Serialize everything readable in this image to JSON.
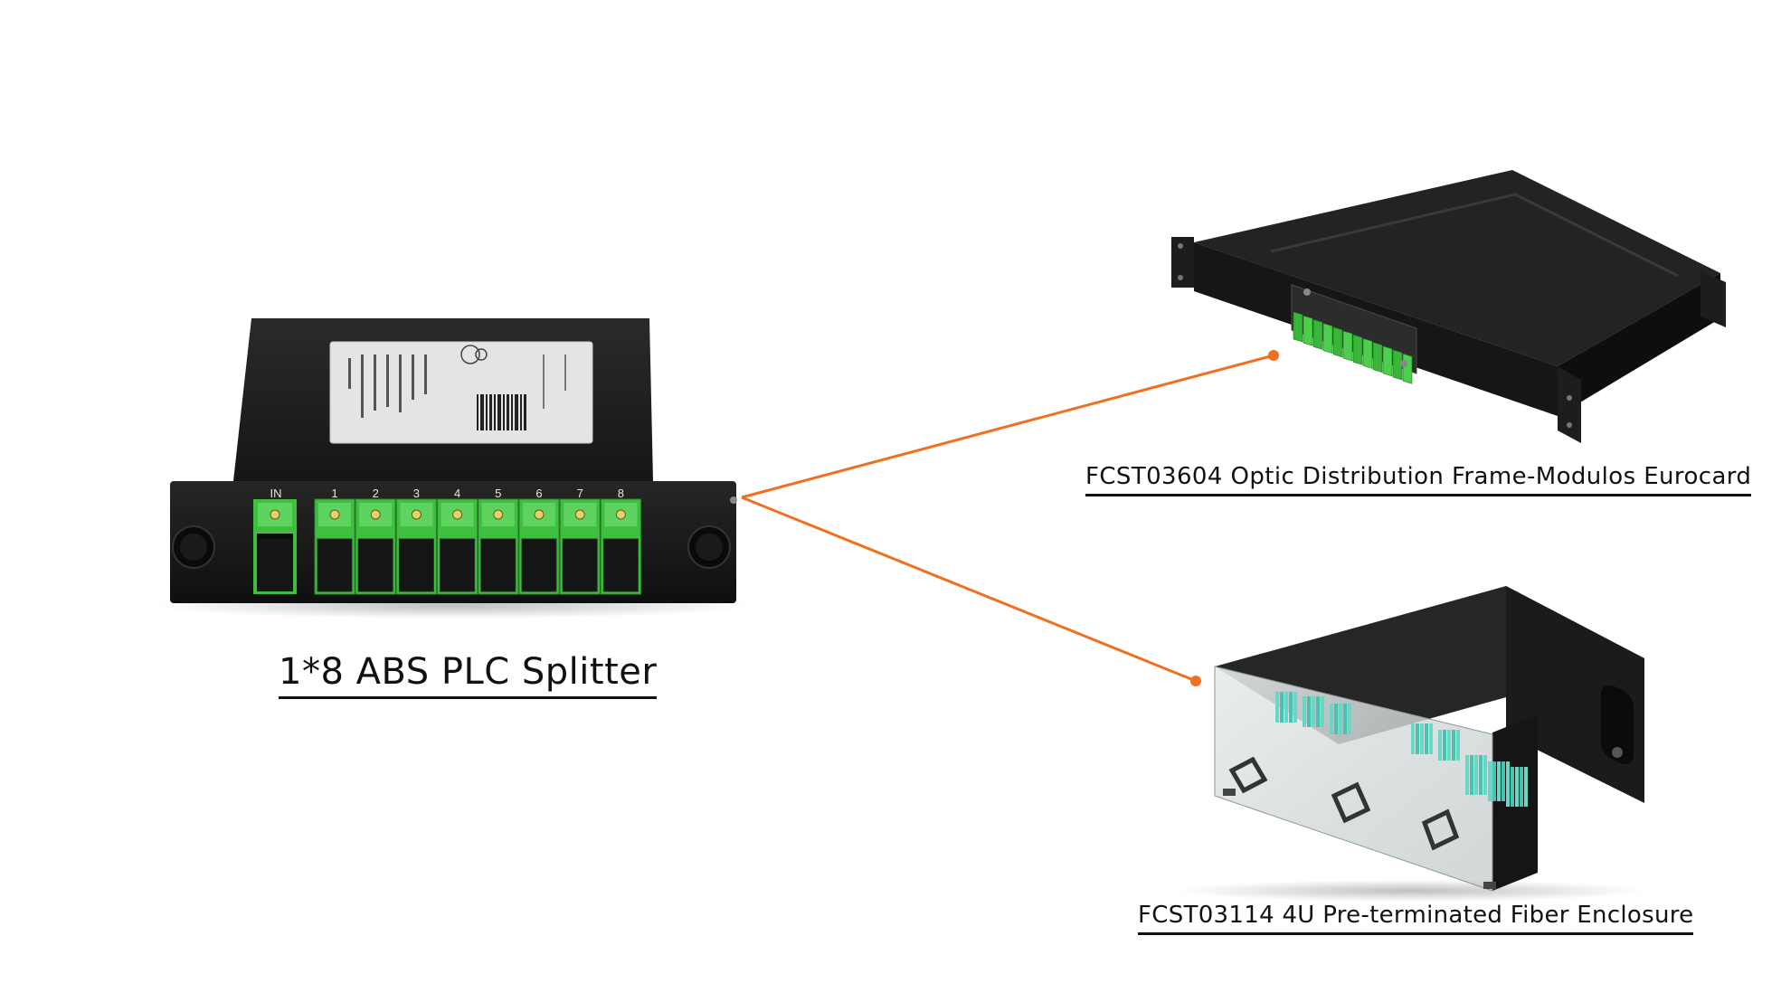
{
  "colors": {
    "connector_line": "#f07020",
    "device_body": "#1f1f1f",
    "adapter_green": "#3fbf3f",
    "caption_text": "#111111"
  },
  "splitter": {
    "caption": "1*8 ABS PLC Splitter",
    "in_label": "IN",
    "port_labels": [
      "1",
      "2",
      "3",
      "4",
      "5",
      "6",
      "7",
      "8"
    ]
  },
  "odf": {
    "caption": "FCST03604 Optic Distribution Frame-Modulos Eurocard"
  },
  "enclosure": {
    "caption": "FCST03114 4U Pre-terminated Fiber Enclosure"
  }
}
